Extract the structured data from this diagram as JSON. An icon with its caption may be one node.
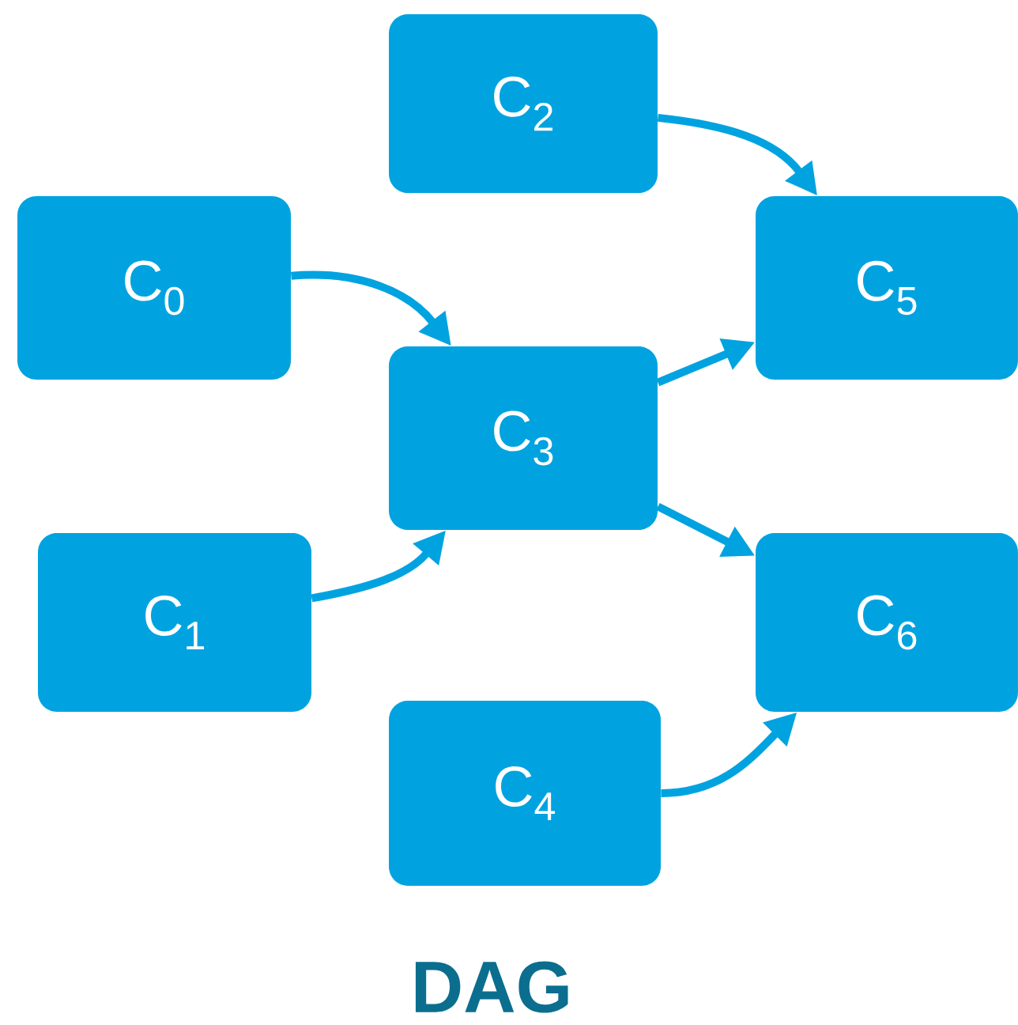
{
  "diagram": {
    "caption": "DAG",
    "nodes": [
      {
        "text": [
          "C$_{0}$"
        ]
      },
      {
        "text": [
          "C$_{1}$"
        ]
      },
      {
        "text": [
          "C$_{2}$"
        ]
      },
      {
        "text": [
          "C$_{3}$"
        ]
      },
      {
        "text": [
          "C$_{4}$"
        ]
      },
      {
        "text": [
          "C$_{5}$"
        ]
      },
      {
        "text": [
          "C$_{6}$"
        ]
      }
    ],
    "edges": [
      {
        "from": 0,
        "to": 3,
        "arrow": "to"
      },
      {
        "from": 1,
        "to": 3,
        "arrow": "to"
      },
      {
        "from": 2,
        "to": 5,
        "arrow": "to"
      },
      {
        "from": 3,
        "to": 5,
        "arrow": "to"
      },
      {
        "from": 3,
        "to": 6,
        "arrow": "to"
      },
      {
        "from": 4,
        "to": 6,
        "arrow": "to"
      }
    ]
  }
}
